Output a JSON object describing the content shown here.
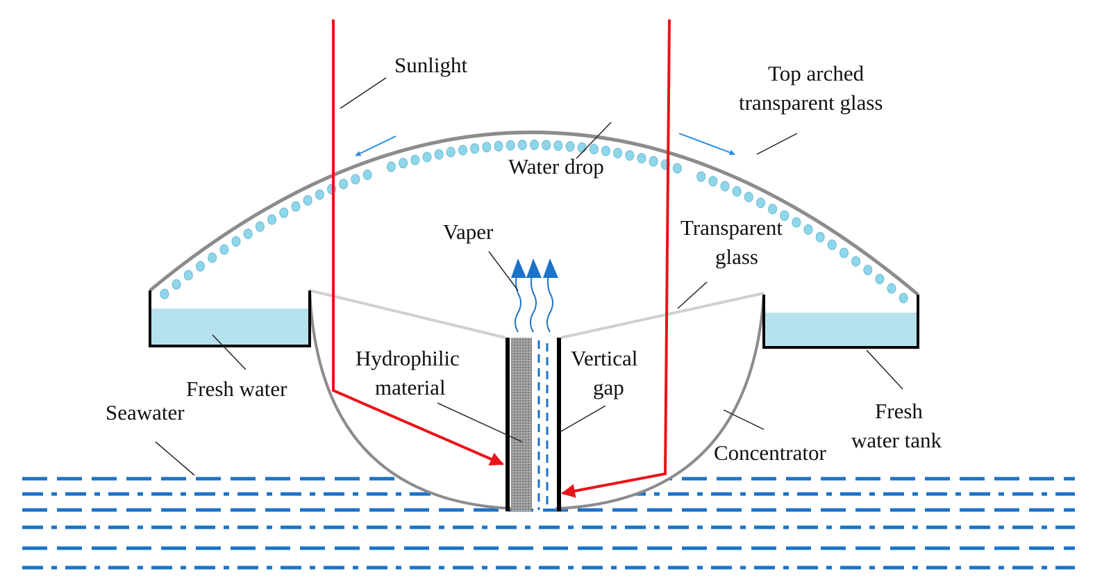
{
  "labels": {
    "sunlight": "Sunlight",
    "top_glass_line1": "Top arched",
    "top_glass_line2": "transparent glass",
    "water_drop": "Water drop",
    "vaper": "Vaper",
    "transparent_glass_line1": "Transparent",
    "transparent_glass_line2": "glass",
    "hydrophilic_line1": "Hydrophilic",
    "hydrophilic_line2": "material",
    "vertical_gap_line1": "Vertical",
    "vertical_gap_line2": "gap",
    "fresh_water": "Fresh water",
    "seawater": "Seawater",
    "concentrator": "Concentrator",
    "fresh_tank_line1": "Fresh",
    "fresh_tank_line2": "water tank"
  },
  "colors": {
    "sun_ray": "#e8141a",
    "arrow_blue": "#1a73c8",
    "drop_blue": "#8fd6ea",
    "water_fill": "#b5e2ee",
    "glass_gray": "#8c8c8c",
    "light_glass": "#d0d0d0",
    "leader": "#222222"
  }
}
